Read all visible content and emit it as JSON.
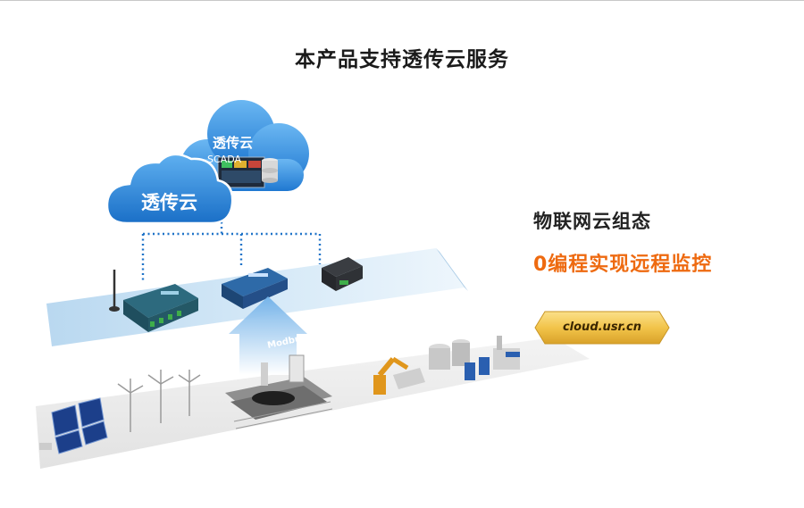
{
  "title": "本产品支持透传云服务",
  "cloud_back": {
    "line1": "透传云",
    "line2": "SCADA"
  },
  "cloud_front": {
    "label": "透传云"
  },
  "protocol_label": "Modbus",
  "features": {
    "line1": "物联网云组态",
    "line2": "0编程实现远程监控"
  },
  "url_badge": "cloud.usr.cn",
  "colors": {
    "cloud": "#2f8fe0",
    "band": "#cfe4f5",
    "accent": "#ee6a10",
    "badge": "#f2c44a",
    "dots": "#1f73c8"
  }
}
